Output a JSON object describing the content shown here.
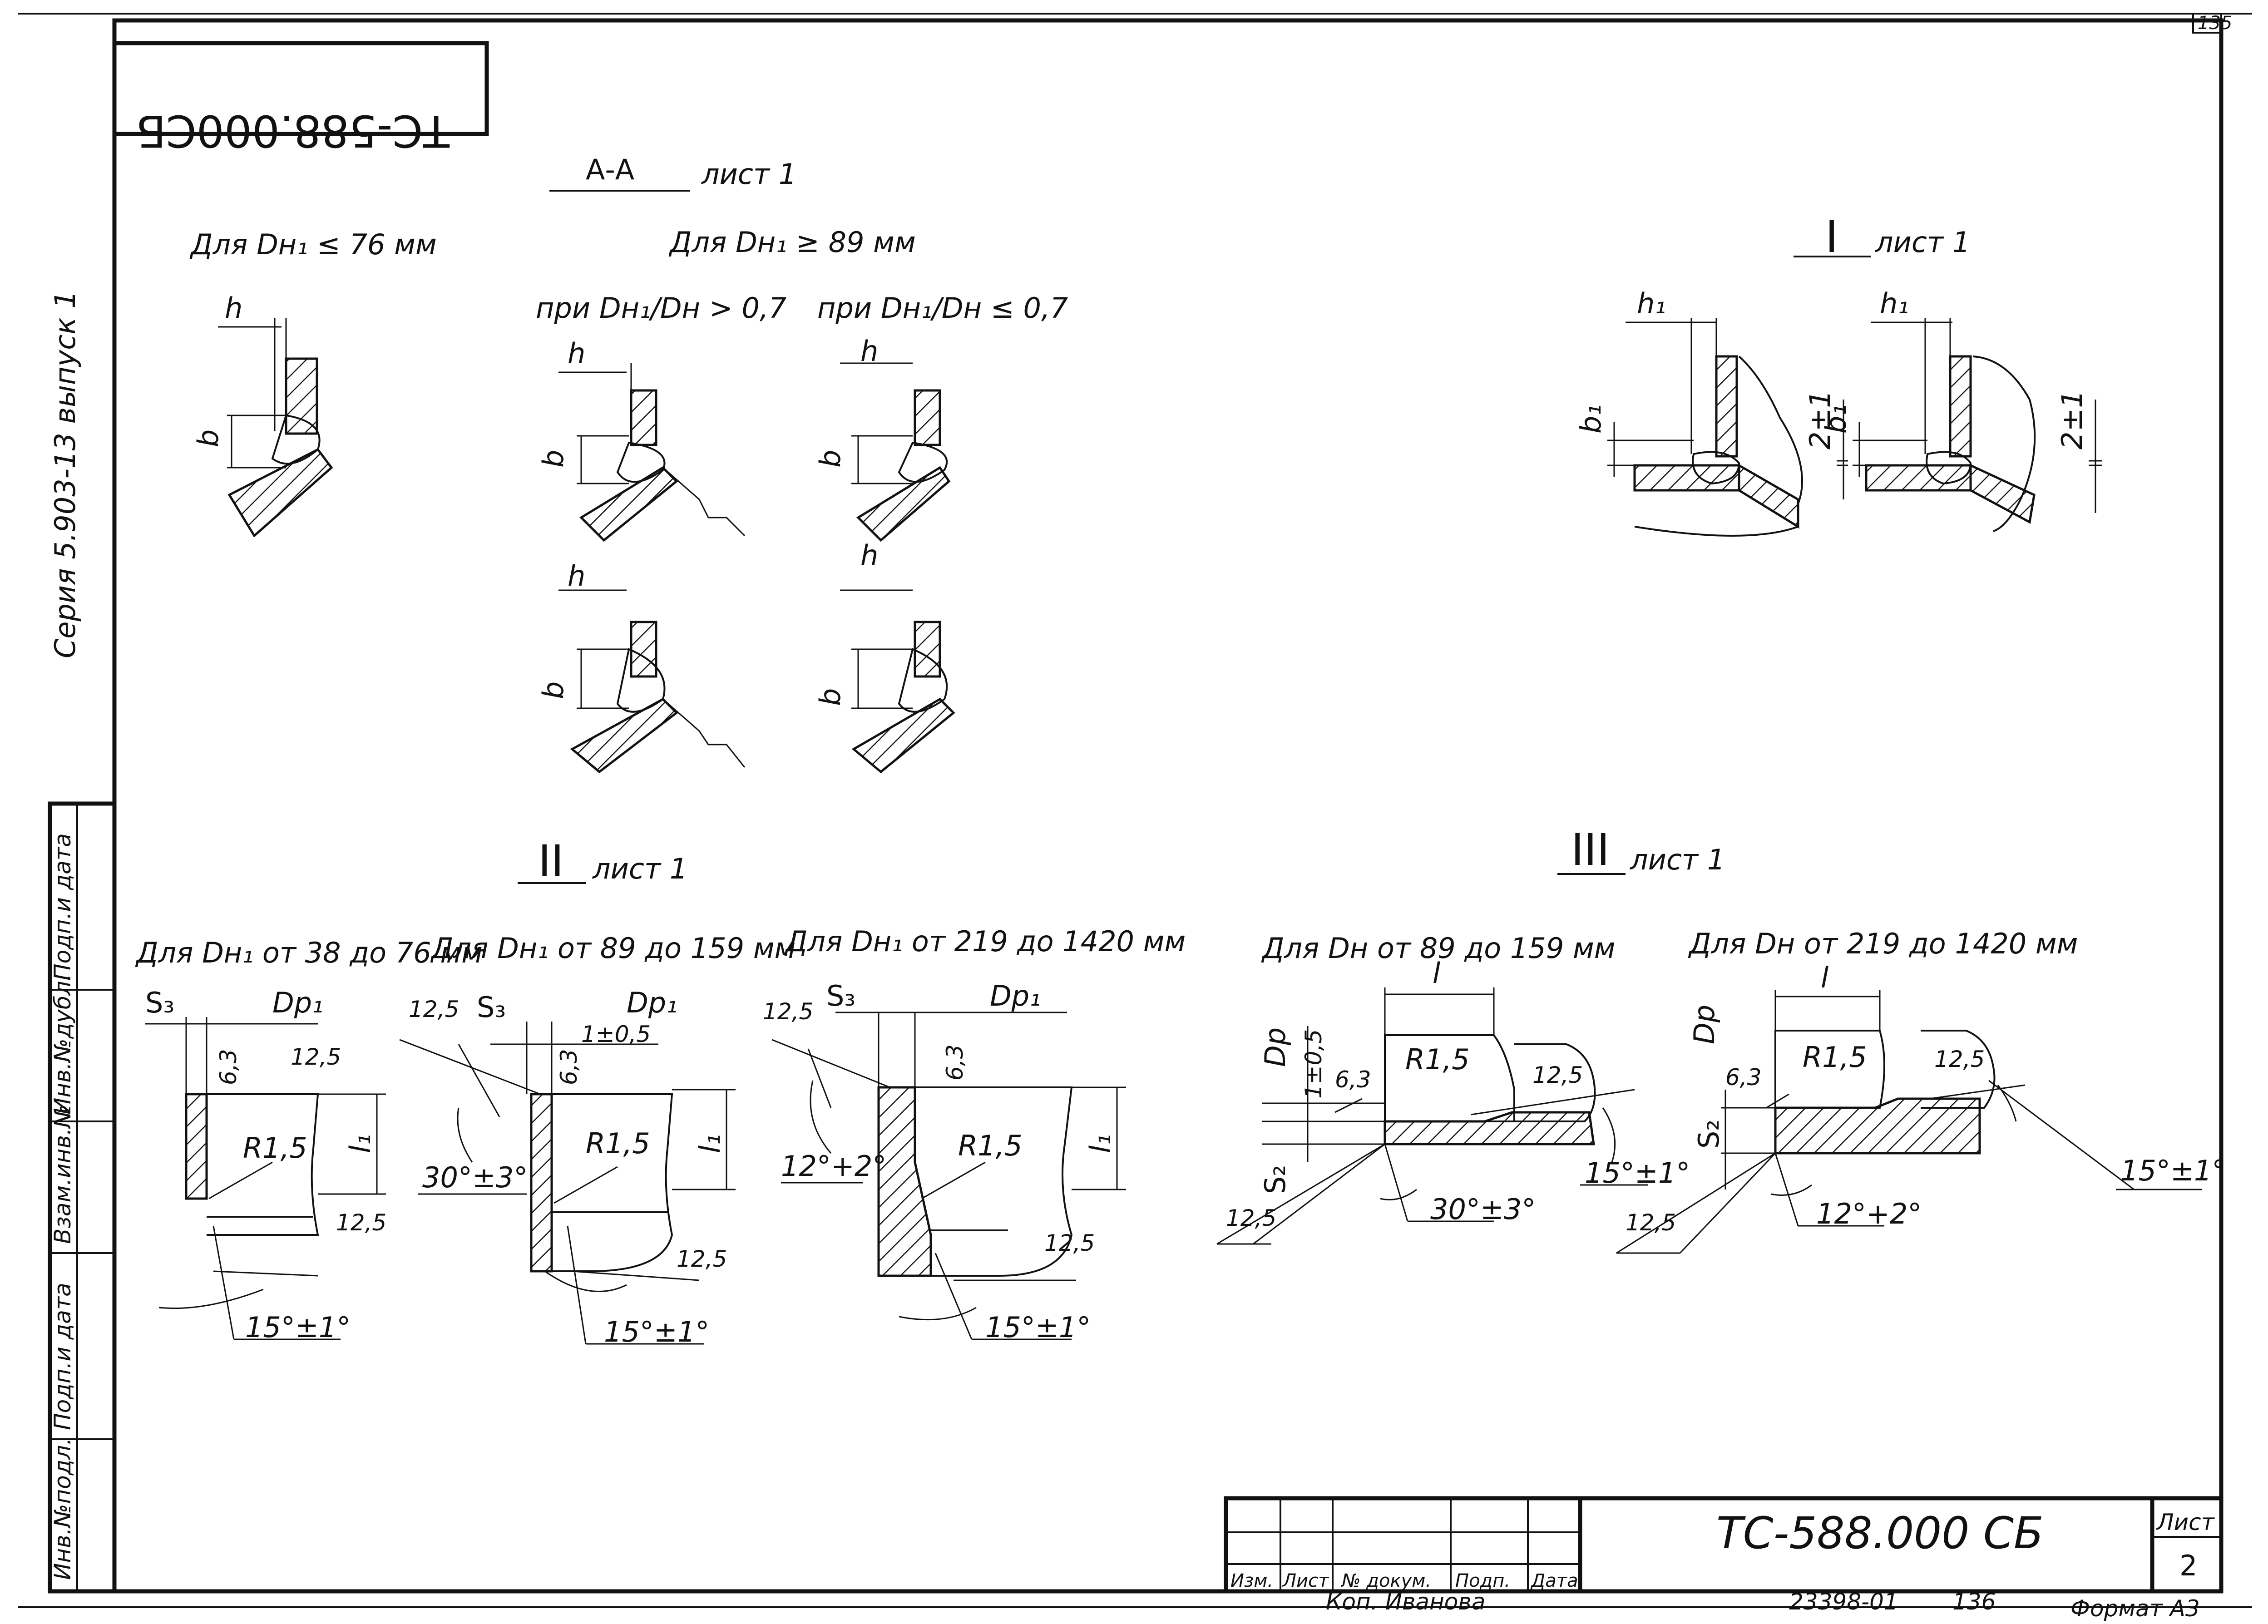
{
  "sheet_corner_number": "135",
  "stamp_top": "ТС-588.000СБ",
  "side_note": "Серия 5.903-13 выпуск 1",
  "margin_labels": [
    "Инв.№подл.",
    "Подп.и дата",
    "Взам.инв.№",
    "Инв.№дубл.",
    "Подп.и дата"
  ],
  "section_aa": {
    "title": "А-А",
    "sheet_ref": "лист 1",
    "case1": "Для Dн₁ ≤ 76 мм",
    "case2": "Для Dн₁ ≥ 89 мм",
    "cond_gt": "при Dн₁/Dн > 0,7",
    "cond_le": "при Dн₁/Dн ≤ 0,7",
    "dim_h": "h",
    "dim_b": "b"
  },
  "view_I": {
    "title": "I",
    "sheet_ref": "лист 1",
    "dim_h1": "h₁",
    "dim_b1": "b₁",
    "dim_gap": "2±1"
  },
  "view_II": {
    "title": "II",
    "sheet_ref": "лист 1",
    "case1": "Для Dн₁ от 38 до 76 мм",
    "case2": "Для Dн₁ от 89 до 159 мм",
    "case3": "Для Dн₁ от 219 до 1420 мм",
    "s3": "S₃",
    "dp1": "Dр₁",
    "rough_a": "6,3",
    "rough_b": "12,5",
    "radius": "R1,5",
    "l1": "l₁",
    "tol": "1±0,5",
    "angle_15": "15°±1°",
    "angle_30": "30°±3°",
    "angle_12": "12°+2°"
  },
  "view_III": {
    "title": "III",
    "sheet_ref": "лист 1",
    "case1": "Для Dн от 89 до 159 мм",
    "case2": "Для Dн от 219 до 1420 мм",
    "l": "l",
    "dp": "Dр",
    "s2": "S₂",
    "tol": "1±0,5",
    "rough_a": "6,3",
    "rough_b": "12,5",
    "radius": "R1,5",
    "angle_15": "15°±1°",
    "angle_30": "30°±3°",
    "angle_12": "12°+2°"
  },
  "title_block": {
    "col_headers": [
      "Изм.",
      "Лист",
      "№ докум.",
      "Подп.",
      "Дата"
    ],
    "designation": "ТС-588.000 СБ",
    "sheet_label": "Лист",
    "sheet_no": "2",
    "copied_by": "Коп. Иванова",
    "order_no": "23398-01",
    "order_page": "136",
    "format": "Формат А3"
  }
}
